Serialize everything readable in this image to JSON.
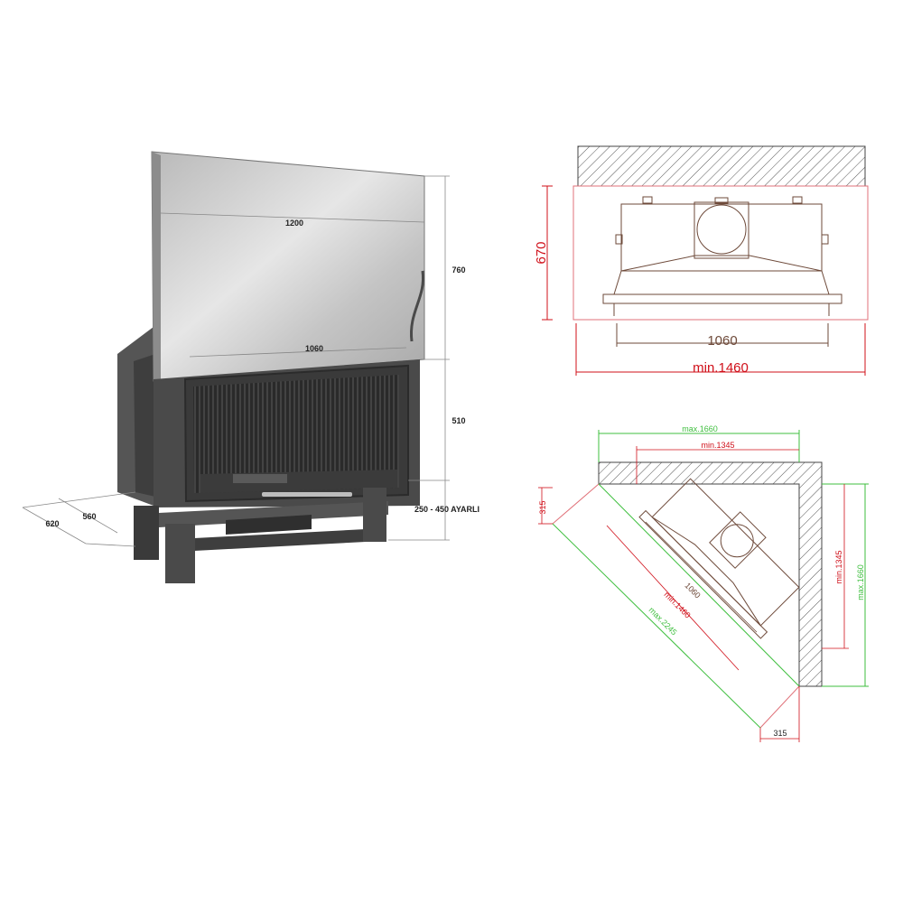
{
  "render_view": {
    "dims": {
      "width": "1200",
      "hood_height": "760",
      "firebox_width": "1060",
      "firebox_height": "510",
      "legs_height": "250 - 450 AYARLI",
      "depth_outer": "620",
      "depth_inner": "560"
    }
  },
  "plan_view": {
    "depth": "670",
    "firebox_width": "1060",
    "min_wall_width": "min.1460"
  },
  "corner_view": {
    "outer_max": "max.1660",
    "inner_min": "min.1345",
    "side_offset_left": "315",
    "side_min": "min.1345",
    "side_max": "max.1660",
    "diag_firebox": "1060",
    "diag_min": "min.1460",
    "diag_max": "max.2245",
    "side_offset_bottom": "315"
  },
  "colors": {
    "red": "#d0101a",
    "brown": "#6e4a3a",
    "green": "#3fbf3f",
    "steel_dark": "#4a4a4a"
  }
}
